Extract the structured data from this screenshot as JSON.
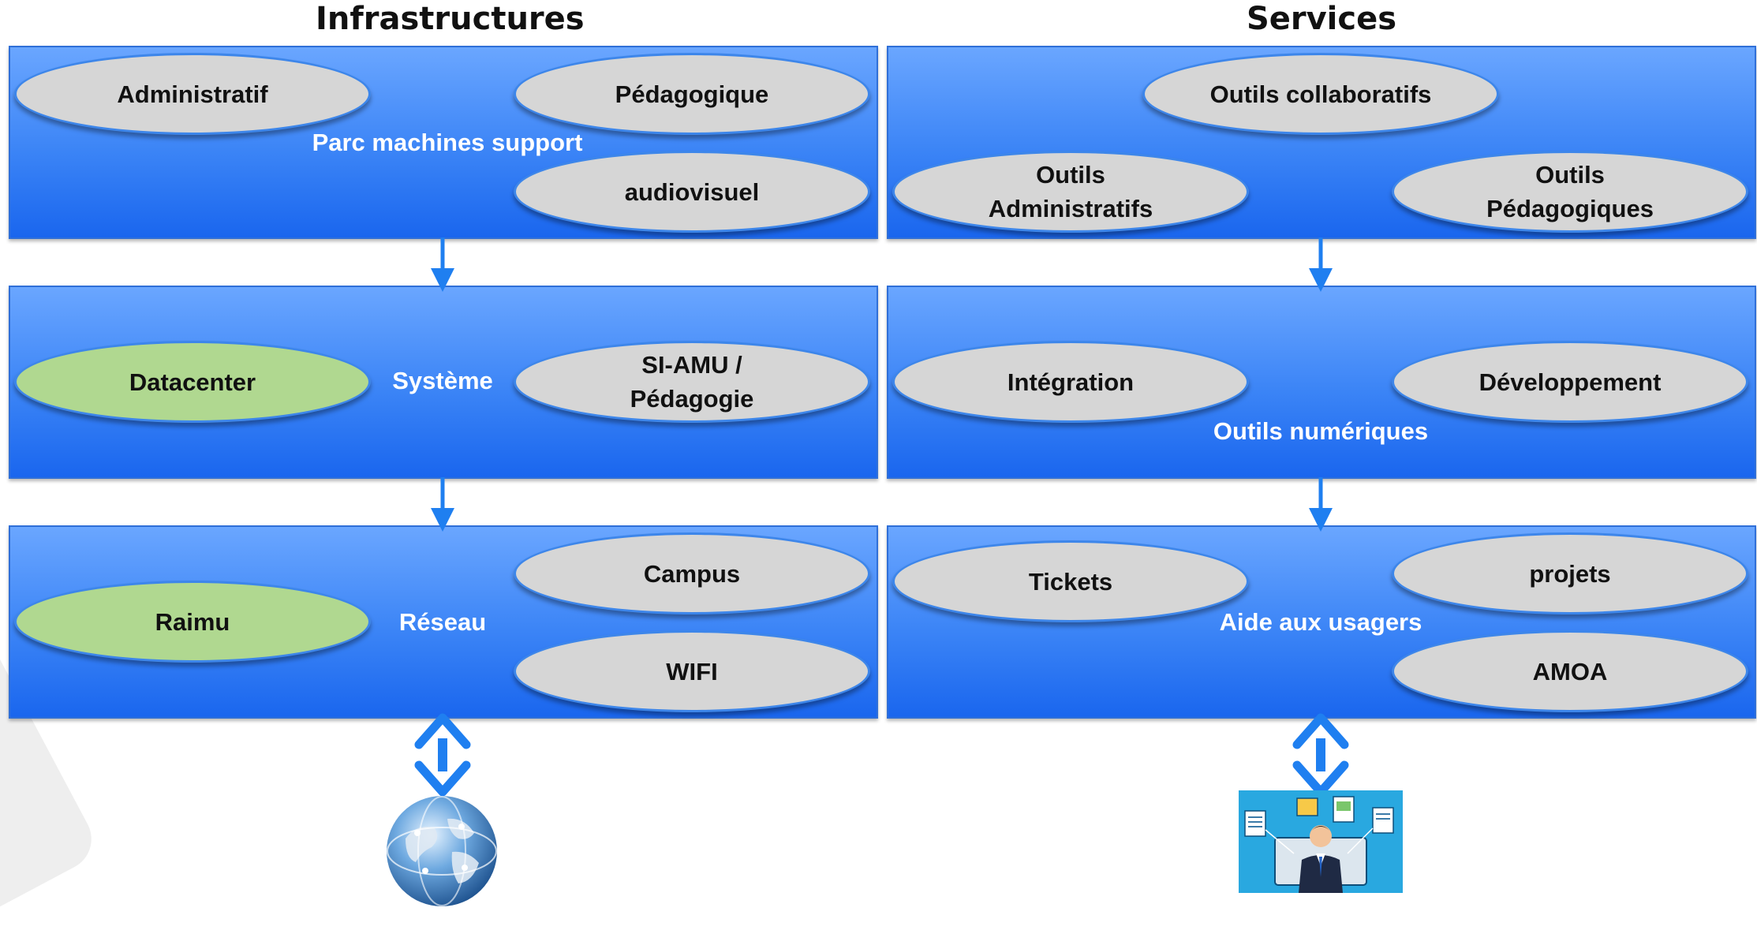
{
  "columns": {
    "left_title": "Infrastructures",
    "right_title": "Services"
  },
  "left": {
    "parc": {
      "label": "Parc machines support",
      "administratif": "Administratif",
      "pedagogique": "Pédagogique",
      "audiovisuel": "audiovisuel"
    },
    "systeme": {
      "label": "Système",
      "datacenter": "Datacenter",
      "siamu": "SI-AMU /\nPédagogie"
    },
    "reseau": {
      "label": "Réseau",
      "raimu": "Raimu",
      "campus": "Campus",
      "wifi": "WIFI"
    }
  },
  "right": {
    "outils_top": {
      "collaboratifs": "Outils collaboratifs",
      "administratifs": "Outils\nAdministratifs",
      "pedagogiques": "Outils\nPédagogiques"
    },
    "numeriques": {
      "label": "Outils numériques",
      "integration": "Intégration",
      "developpement": "Développement"
    },
    "aide": {
      "label": "Aide aux usagers",
      "tickets": "Tickets",
      "projets": "projets",
      "amoa": "AMOA"
    }
  },
  "icons": {
    "bottom_left": "globe-icon",
    "bottom_right": "user-workstation-icon"
  },
  "colors": {
    "panel_blue": "#3b84f6",
    "ellipse_gray": "#d6d6d6",
    "ellipse_green": "#b0d890",
    "arrow_blue": "#1f7ff0"
  }
}
